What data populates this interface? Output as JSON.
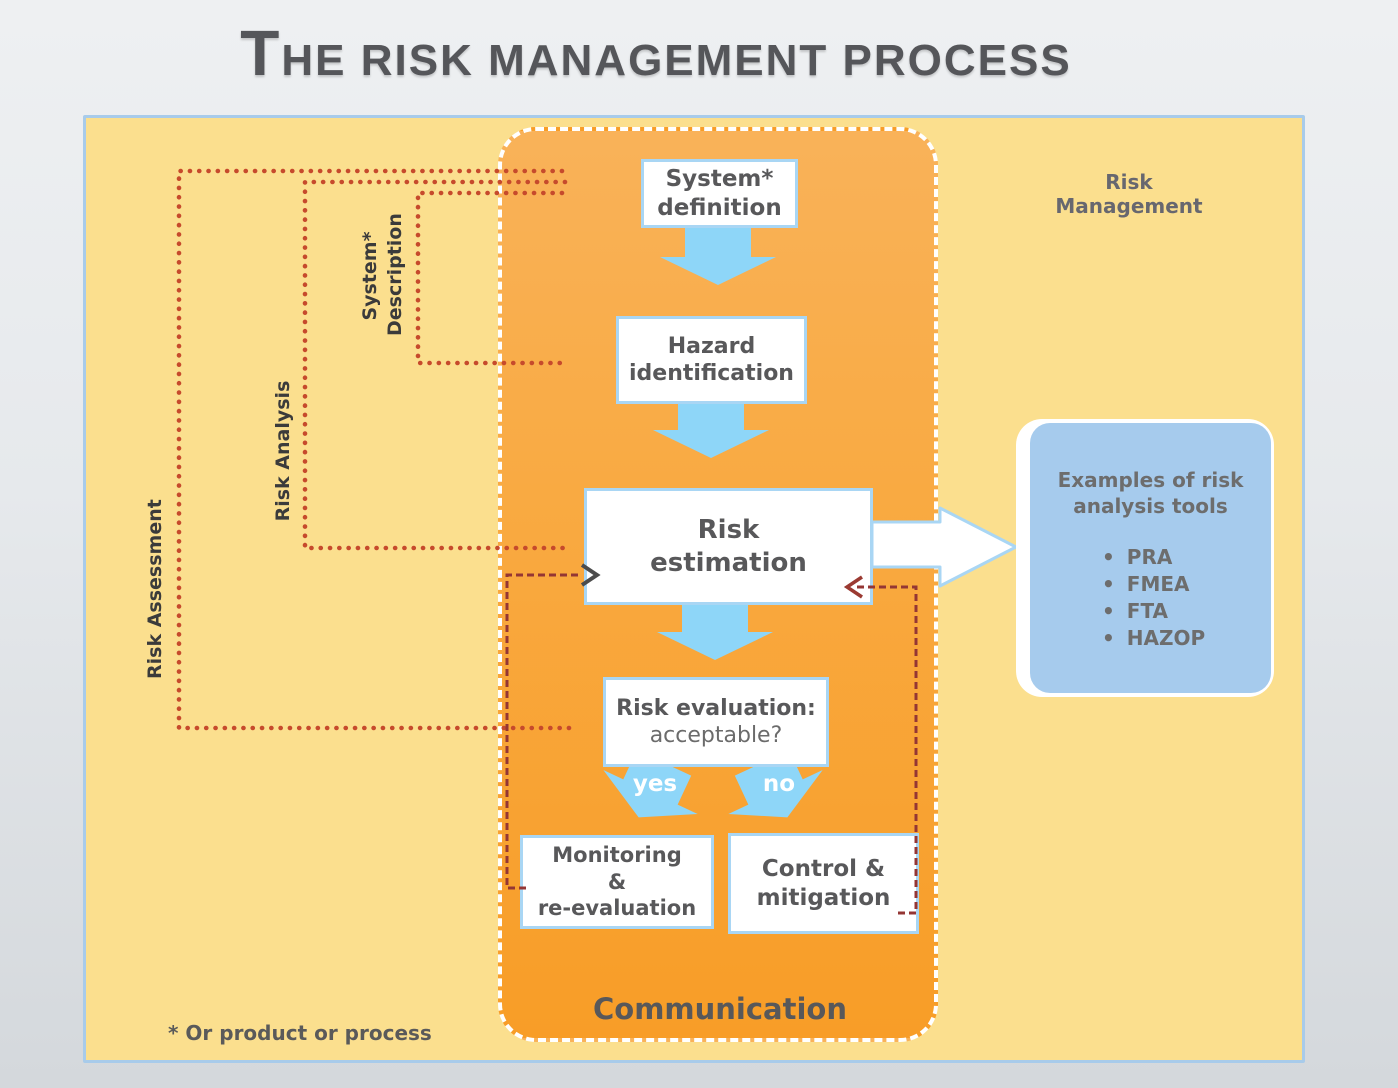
{
  "title": "THE RISK MANAGEMENT PROCESS",
  "panels": {
    "risk_management_label": "Risk Management",
    "communication_label": "Communication",
    "footnote": "* Or product or process"
  },
  "nodes": {
    "system_definition": {
      "line1": "System*",
      "line2": "definition"
    },
    "hazard_identification": {
      "line1": "Hazard",
      "line2": "identification"
    },
    "risk_estimation": {
      "line1": "Risk",
      "line2": "estimation"
    },
    "risk_evaluation": {
      "line1": "Risk evaluation:",
      "line2": "acceptable?"
    },
    "monitoring": {
      "line1": "Monitoring",
      "line2": "&",
      "line3": "re-evaluation"
    },
    "control": {
      "line1": "Control &",
      "line2": "mitigation"
    }
  },
  "branches": {
    "yes_label": "yes",
    "no_label": "no"
  },
  "brackets": {
    "system_description": {
      "line1": "System*",
      "line2": "Description"
    },
    "risk_analysis": "Risk Analysis",
    "risk_assessment": "Risk Assessment"
  },
  "examples": {
    "title_line1": "Examples of risk",
    "title_line2": "analysis tools",
    "bullet_char": "•",
    "items": [
      "PRA",
      "FMEA",
      "FTA",
      "HAZOP"
    ]
  },
  "colors": {
    "outer_panel_yellow": "#fbdf8e",
    "outer_border_blue": "#a8cbea",
    "process_orange_top": "#f9b259",
    "process_orange_bottom": "#f89d27",
    "flow_arrow_blue": "#8ed6f8",
    "node_border_blue": "#a9d6f4",
    "examples_fill_blue": "#a6cbed",
    "dotted_bracket_red": "#c64a2c",
    "feedback_dashed_red": "#943634",
    "text_dark_gray": "#58585a"
  }
}
